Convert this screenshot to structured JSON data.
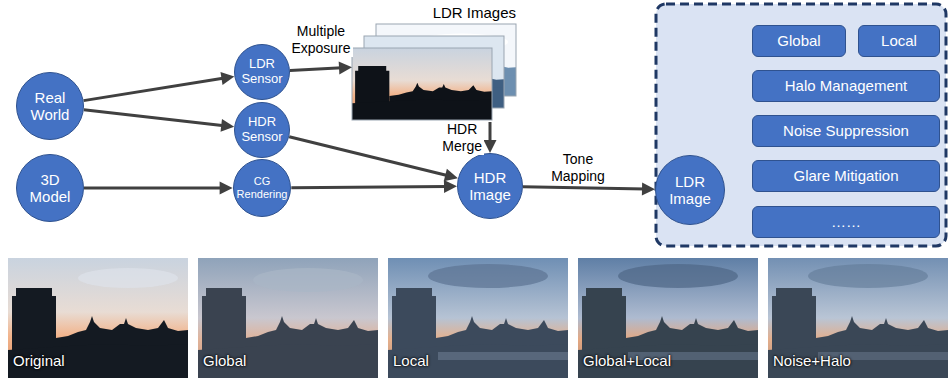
{
  "diagram": {
    "nodes": [
      {
        "text": [
          "Real World"
        ]
      },
      {
        "text": [
          "3D Model"
        ]
      },
      {
        "text": [
          "LDR Sensor"
        ]
      },
      {
        "text": [
          "HDR Sensor"
        ]
      },
      {
        "text": [
          "CG Rendering"
        ]
      },
      {
        "text": [
          "LDR Images"
        ]
      },
      {
        "text": [
          "HDR Image"
        ]
      },
      {
        "text": [
          "LDR Image"
        ]
      },
      {
        "text": [
          "Global"
        ]
      },
      {
        "text": [
          "Local"
        ]
      },
      {
        "text": [
          "Halo Management"
        ]
      },
      {
        "text": [
          "Noise Suppression"
        ]
      },
      {
        "text": [
          "Glare Mitigation"
        ]
      },
      {
        "text": [
          "……"
        ]
      }
    ],
    "edges": [
      {
        "from": 0,
        "to": 2,
        "arrow": "to"
      },
      {
        "from": 0,
        "to": 3,
        "arrow": "to"
      },
      {
        "from": 1,
        "to": 4,
        "arrow": "to"
      },
      {
        "from": 2,
        "to": 5,
        "label": "Multiple Exposure",
        "arrow": "to"
      },
      {
        "from": 5,
        "to": 6,
        "label": "HDR Merge",
        "arrow": "to"
      },
      {
        "from": 3,
        "to": 6,
        "arrow": "to"
      },
      {
        "from": 4,
        "to": 6,
        "arrow": "to"
      },
      {
        "from": 6,
        "to": 7,
        "label": "Tone Mapping",
        "arrow": "to"
      }
    ],
    "labels": [
      "Original",
      "Global",
      "Local",
      "Global+Local",
      "Noise+Halo"
    ]
  }
}
